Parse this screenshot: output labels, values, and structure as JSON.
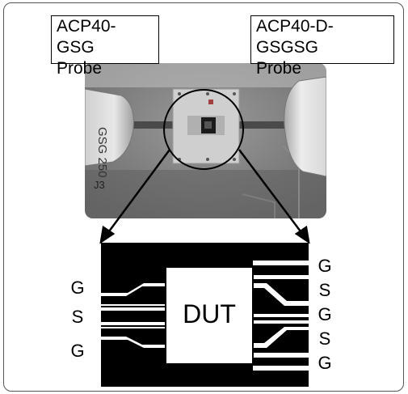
{
  "probes": {
    "left": "ACP40-GSG\nProbe",
    "right": "ACP40-D-GSGSG\nProbe"
  },
  "photo": {
    "left_probe_marking": "GSG\n250",
    "board_marking": "J3"
  },
  "diagram": {
    "dut_label": "DUT",
    "left_pins": [
      "G",
      "S",
      "G"
    ],
    "right_pins": [
      "G",
      "S",
      "G",
      "S",
      "G"
    ]
  }
}
